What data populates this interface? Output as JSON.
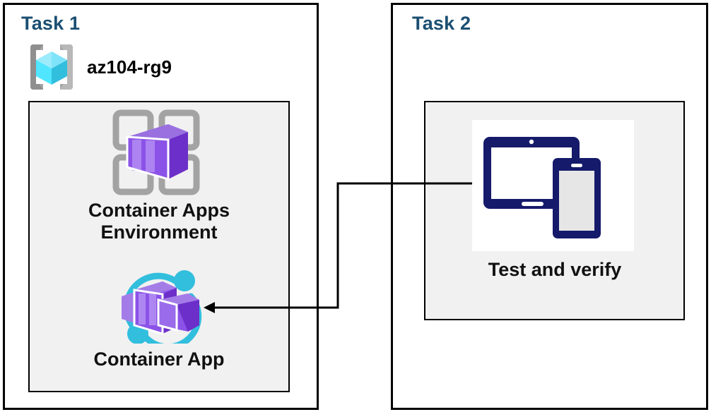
{
  "diagram": {
    "title_color": "#1b4f72",
    "panel_bg": "#f1f1f1",
    "border_color": "#000000",
    "azure_cyan": "#31c9ea",
    "azure_purple": "#8661c5",
    "device_navy": "#151a6a"
  },
  "tasks": [
    {
      "id": "task-1",
      "title": "Task 1",
      "resource_group": {
        "icon": "azure-resource-group-icon",
        "label": "az104-rg9"
      },
      "resources": [
        {
          "icon": "container-apps-environment-icon",
          "label": "Container Apps Environment"
        },
        {
          "icon": "container-app-icon",
          "label": "Container App"
        }
      ]
    },
    {
      "id": "task-2",
      "title": "Task 2",
      "resources": [
        {
          "icon": "devices-test-icon",
          "label": "Test and verify"
        }
      ]
    }
  ],
  "connector": {
    "name": "task2-to-container-app-arrow",
    "from": "Test and verify",
    "to": "Container App",
    "direction": "left",
    "color": "#000000"
  }
}
